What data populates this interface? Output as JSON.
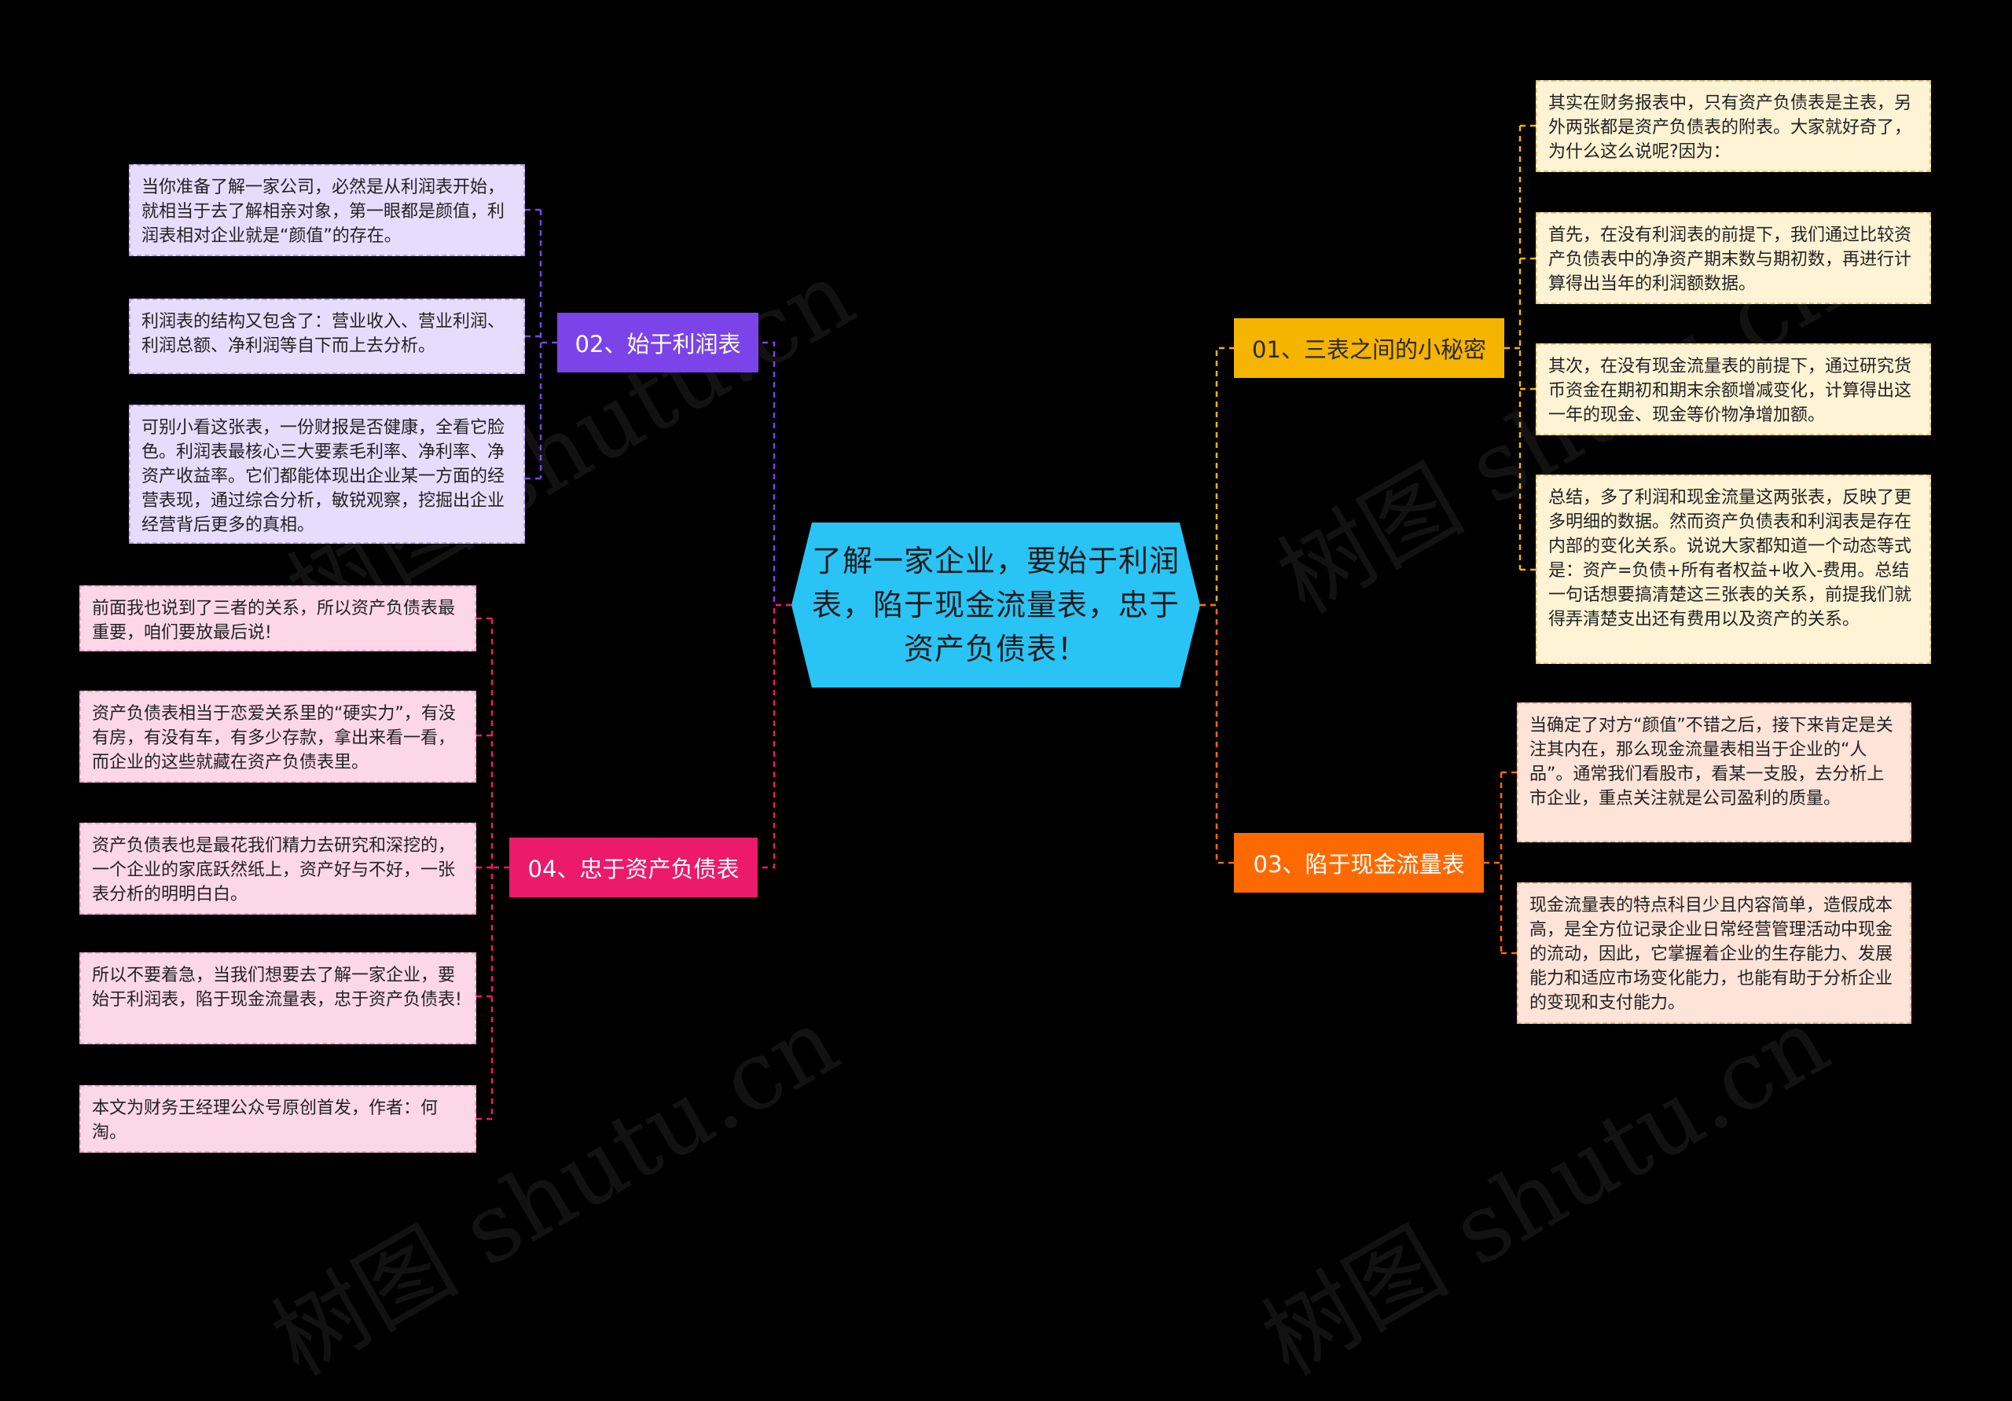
{
  "watermark": "树图 shutu.cn",
  "colors": {
    "root": "#29c4f5",
    "topic1": "#f5b400",
    "topic2": "#7b44e8",
    "topic3": "#ff6a00",
    "topic4": "#ec1a6b",
    "note_yellow": "#fef3d4",
    "note_purple": "#e8dcfd",
    "note_orange": "#fde3d8",
    "note_pink": "#fcd7e8"
  },
  "root": {
    "text": "了解一家企业，要始于利润表，陷于现金流量表，忠于资产负债表！"
  },
  "topics": {
    "t1": {
      "label": "01、三表之间的小秘密",
      "notes": [
        "其实在财务报表中，只有资产负债表是主表，另外两张都是资产负债表的附表。大家就好奇了，为什么这么说呢?因为：",
        "首先，在没有利润表的前提下，我们通过比较资产负债表中的净资产期末数与期初数，再进行计算得出当年的利润额数据。",
        "其次，在没有现金流量表的前提下，通过研究货币资金在期初和期末余额增减变化，计算得出这一年的现金、现金等价物净增加额。",
        "总结，多了利润和现金流量这两张表，反映了更多明细的数据。然而资产负债表和利润表是存在内部的变化关系。说说大家都知道一个动态等式是：资产=负债+所有者权益+收入-费用。总结一句话想要搞清楚这三张表的关系，前提我们就得弄清楚支出还有费用以及资产的关系。"
      ]
    },
    "t2": {
      "label": "02、始于利润表",
      "notes": [
        "当你准备了解一家公司，必然是从利润表开始，就相当于去了解相亲对象，第一眼都是颜值，利润表相对企业就是“颜值”的存在。",
        "利润表的结构又包含了：营业收入、营业利润、利润总额、净利润等自下而上去分析。",
        "可别小看这张表，一份财报是否健康，全看它脸色。利润表最核心三大要素毛利率、净利率、净资产收益率。它们都能体现出企业某一方面的经营表现，通过综合分析，敏锐观察，挖掘出企业经营背后更多的真相。"
      ]
    },
    "t3": {
      "label": "03、陷于现金流量表",
      "notes": [
        "当确定了对方“颜值”不错之后，接下来肯定是关注其内在，那么现金流量表相当于企业的“人品”。通常我们看股市，看某一支股，去分析上市企业，重点关注就是公司盈利的质量。",
        "现金流量表的特点科目少且内容简单，造假成本高，是全方位记录企业日常经营管理活动中现金的流动，因此，它掌握着企业的生存能力、发展能力和适应市场变化能力，也能有助于分析企业的变现和支付能力。"
      ]
    },
    "t4": {
      "label": "04、忠于资产负债表",
      "notes": [
        "前面我也说到了三者的关系，所以资产负债表最重要，咱们要放最后说!",
        "资产负债表相当于恋爱关系里的“硬实力”，有没有房，有没有车，有多少存款，拿出来看一看，而企业的这些就藏在资产负债表里。",
        "资产负债表也是最花我们精力去研究和深挖的，一个企业的家底跃然纸上，资产好与不好，一张表分析的明明白白。",
        "所以不要着急，当我们想要去了解一家企业，要始于利润表，陷于现金流量表，忠于资产负债表!",
        "本文为财务王经理公众号原创首发，作者：何淘。"
      ]
    }
  }
}
